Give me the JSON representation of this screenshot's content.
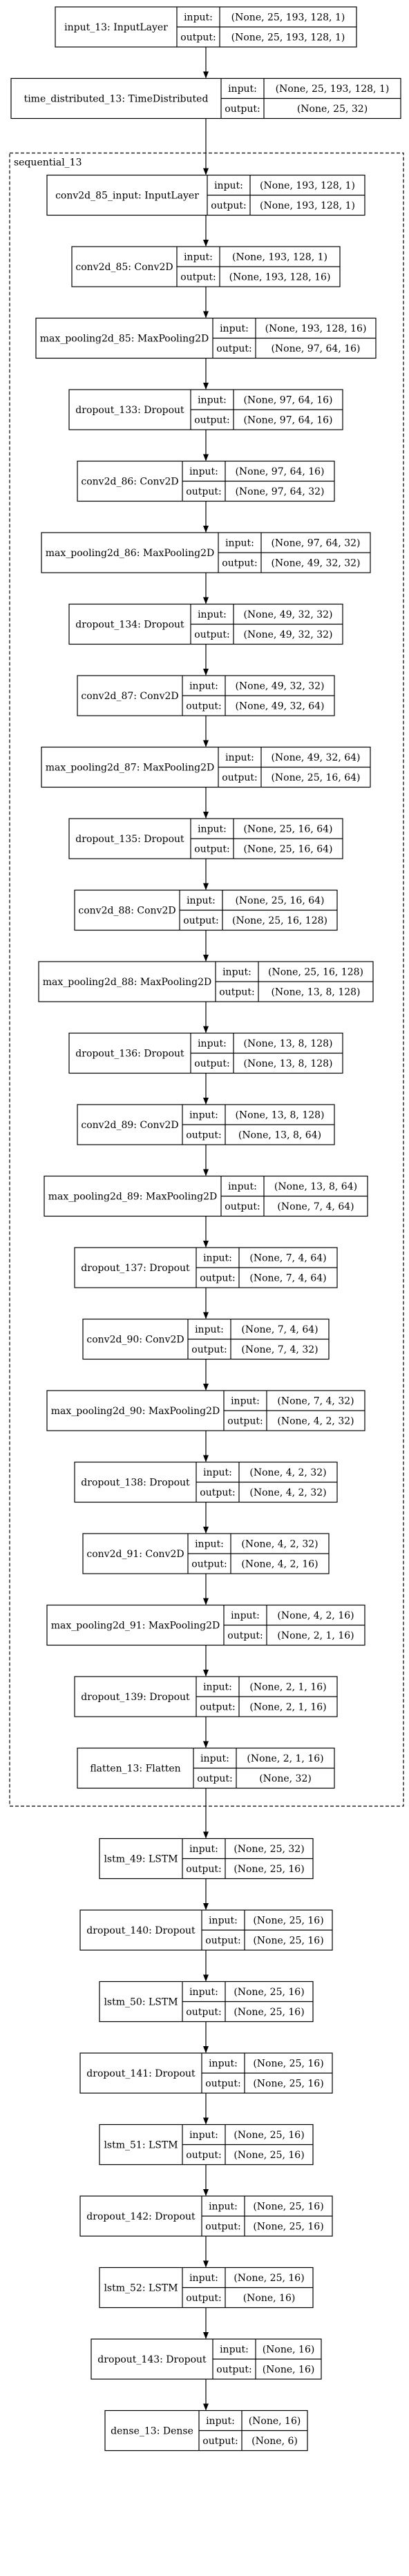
{
  "diagram": {
    "outer_nodes_before": [
      {
        "name": "input_13: InputLayer",
        "input": "(None, 25, 193, 128, 1)",
        "output": "(None, 25, 193, 128, 1)"
      },
      {
        "name": "time_distributed_13: TimeDistributed",
        "input": "(None, 25, 193, 128, 1)",
        "output": "(None, 25, 32)"
      }
    ],
    "cluster": {
      "label": "sequential_13",
      "nodes": [
        {
          "name": "conv2d_85_input: InputLayer",
          "input": "(None, 193, 128, 1)",
          "output": "(None, 193, 128, 1)"
        },
        {
          "name": "conv2d_85: Conv2D",
          "input": "(None, 193, 128, 1)",
          "output": "(None, 193, 128, 16)"
        },
        {
          "name": "max_pooling2d_85: MaxPooling2D",
          "input": "(None, 193, 128, 16)",
          "output": "(None, 97, 64, 16)"
        },
        {
          "name": "dropout_133: Dropout",
          "input": "(None, 97, 64, 16)",
          "output": "(None, 97, 64, 16)"
        },
        {
          "name": "conv2d_86: Conv2D",
          "input": "(None, 97, 64, 16)",
          "output": "(None, 97, 64, 32)"
        },
        {
          "name": "max_pooling2d_86: MaxPooling2D",
          "input": "(None, 97, 64, 32)",
          "output": "(None, 49, 32, 32)"
        },
        {
          "name": "dropout_134: Dropout",
          "input": "(None, 49, 32, 32)",
          "output": "(None, 49, 32, 32)"
        },
        {
          "name": "conv2d_87: Conv2D",
          "input": "(None, 49, 32, 32)",
          "output": "(None, 49, 32, 64)"
        },
        {
          "name": "max_pooling2d_87: MaxPooling2D",
          "input": "(None, 49, 32, 64)",
          "output": "(None, 25, 16, 64)"
        },
        {
          "name": "dropout_135: Dropout",
          "input": "(None, 25, 16, 64)",
          "output": "(None, 25, 16, 64)"
        },
        {
          "name": "conv2d_88: Conv2D",
          "input": "(None, 25, 16, 64)",
          "output": "(None, 25, 16, 128)"
        },
        {
          "name": "max_pooling2d_88: MaxPooling2D",
          "input": "(None, 25, 16, 128)",
          "output": "(None, 13, 8, 128)"
        },
        {
          "name": "dropout_136: Dropout",
          "input": "(None, 13, 8, 128)",
          "output": "(None, 13, 8, 128)"
        },
        {
          "name": "conv2d_89: Conv2D",
          "input": "(None, 13, 8, 128)",
          "output": "(None, 13, 8, 64)"
        },
        {
          "name": "max_pooling2d_89: MaxPooling2D",
          "input": "(None, 13, 8, 64)",
          "output": "(None, 7, 4, 64)"
        },
        {
          "name": "dropout_137: Dropout",
          "input": "(None, 7, 4, 64)",
          "output": "(None, 7, 4, 64)"
        },
        {
          "name": "conv2d_90: Conv2D",
          "input": "(None, 7, 4, 64)",
          "output": "(None, 7, 4, 32)"
        },
        {
          "name": "max_pooling2d_90: MaxPooling2D",
          "input": "(None, 7, 4, 32)",
          "output": "(None, 4, 2, 32)"
        },
        {
          "name": "dropout_138: Dropout",
          "input": "(None, 4, 2, 32)",
          "output": "(None, 4, 2, 32)"
        },
        {
          "name": "conv2d_91: Conv2D",
          "input": "(None, 4, 2, 32)",
          "output": "(None, 4, 2, 16)"
        },
        {
          "name": "max_pooling2d_91: MaxPooling2D",
          "input": "(None, 4, 2, 16)",
          "output": "(None, 2, 1, 16)"
        },
        {
          "name": "dropout_139: Dropout",
          "input": "(None, 2, 1, 16)",
          "output": "(None, 2, 1, 16)"
        },
        {
          "name": "flatten_13: Flatten",
          "input": "(None, 2, 1, 16)",
          "output": "(None, 32)"
        }
      ]
    },
    "outer_nodes_after": [
      {
        "name": "lstm_49: LSTM",
        "input": "(None, 25, 32)",
        "output": "(None, 25, 16)"
      },
      {
        "name": "dropout_140: Dropout",
        "input": "(None, 25, 16)",
        "output": "(None, 25, 16)"
      },
      {
        "name": "lstm_50: LSTM",
        "input": "(None, 25, 16)",
        "output": "(None, 25, 16)"
      },
      {
        "name": "dropout_141: Dropout",
        "input": "(None, 25, 16)",
        "output": "(None, 25, 16)"
      },
      {
        "name": "lstm_51: LSTM",
        "input": "(None, 25, 16)",
        "output": "(None, 25, 16)"
      },
      {
        "name": "dropout_142: Dropout",
        "input": "(None, 25, 16)",
        "output": "(None, 25, 16)"
      },
      {
        "name": "lstm_52: LSTM",
        "input": "(None, 25, 16)",
        "output": "(None, 16)"
      },
      {
        "name": "dropout_143: Dropout",
        "input": "(None, 16)",
        "output": "(None, 16)"
      },
      {
        "name": "dense_13: Dense",
        "input": "(None, 16)",
        "output": "(None, 6)"
      }
    ],
    "port_labels": {
      "input": "input:",
      "output": "output:"
    },
    "colors": {
      "stroke": "#000000",
      "background": "#ffffff",
      "text": "#000000"
    }
  }
}
